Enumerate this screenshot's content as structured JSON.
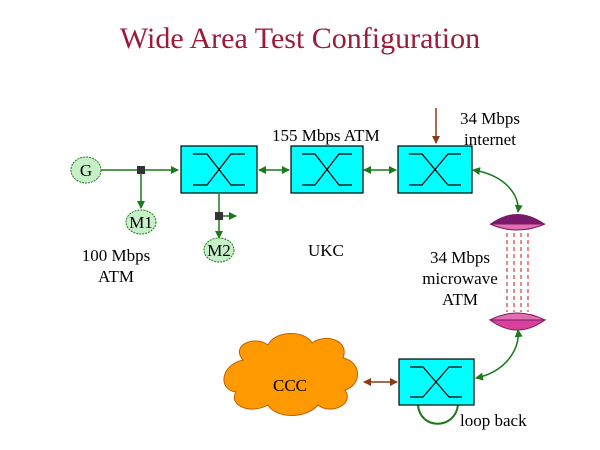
{
  "title": "Wide Area Test Configuration",
  "labels": {
    "link_155": "155 Mbps ATM",
    "internet_line1": "34 Mbps",
    "internet_line2": "internet",
    "atm100_line1": "100 Mbps",
    "atm100_line2": "ATM",
    "ukc": "UKC",
    "microwave_line1": "34 Mbps",
    "microwave_line2": "microwave",
    "microwave_line3": "ATM",
    "loopback": "loop back"
  },
  "nodes": {
    "g": "G",
    "m1": "M1",
    "m2": "M2",
    "ccc": "CCC"
  },
  "colors": {
    "title": "#9b1b3a",
    "switch_fill": "#00ffff",
    "node_fill": "#c8f0c8",
    "link": "#1a7a1a",
    "cloud": "#ff9900",
    "ccc_link": "#8b3a1a",
    "dish_top": "#7a1a6a",
    "dish_fill": "#d8409a",
    "microwave_beam": "#d04040",
    "internet_arrow": "#8b3a1a"
  }
}
